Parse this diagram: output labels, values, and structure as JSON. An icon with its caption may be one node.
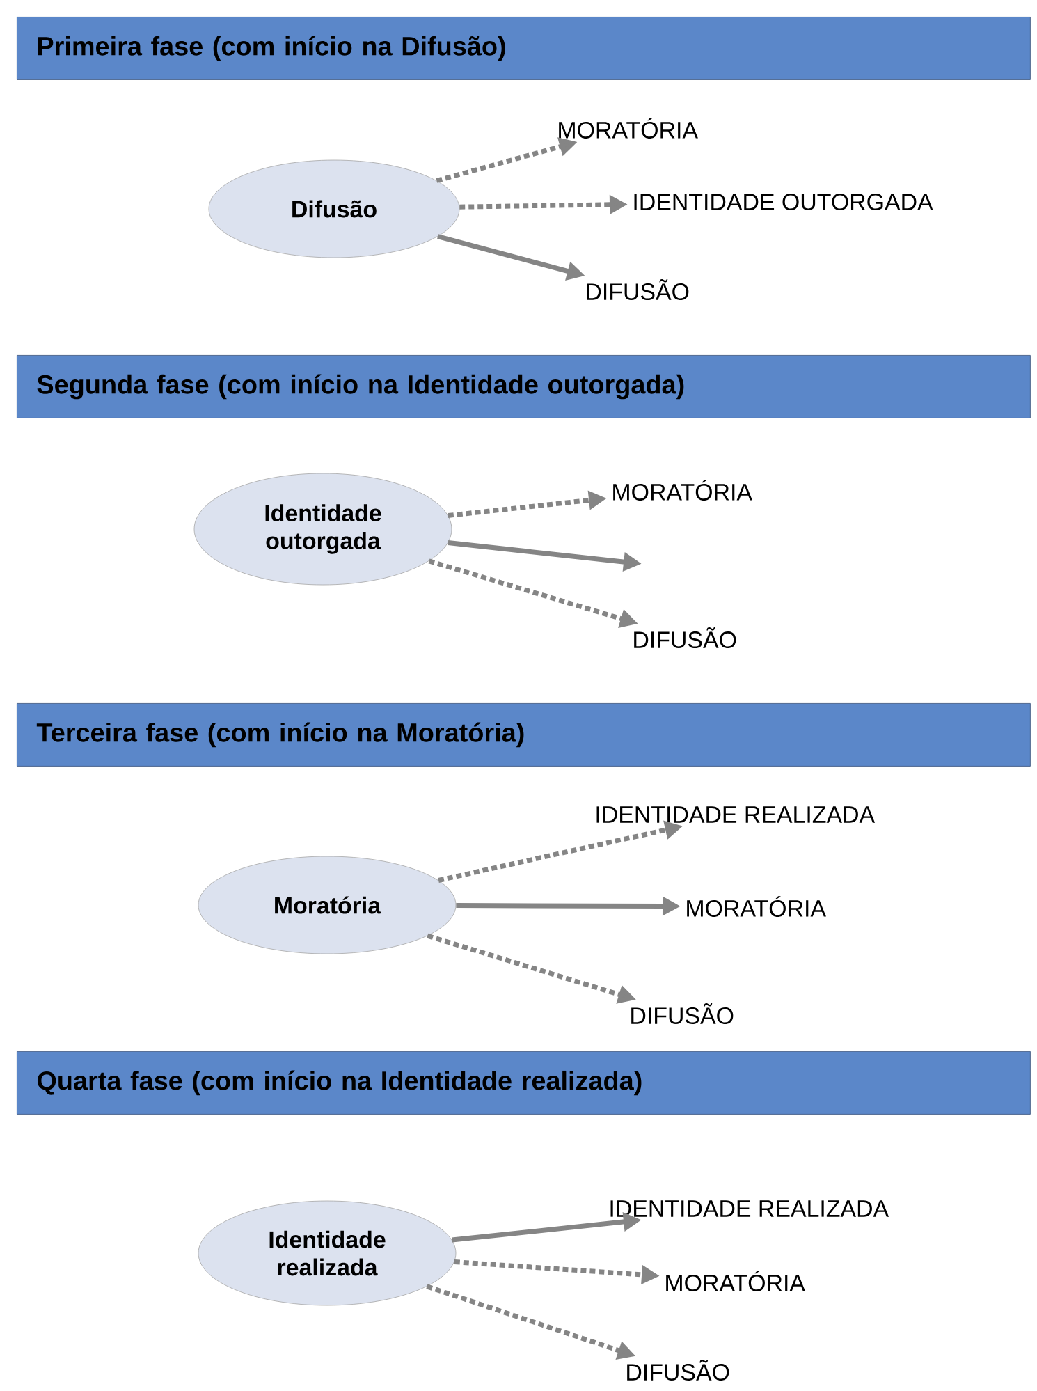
{
  "diagram": {
    "nodes": [
      {
        "text": [
          "Primeira fase (com início na Difusão)"
        ]
      },
      {
        "text": [
          "Difusão"
        ]
      },
      {
        "text": [
          "MORATÓRIA"
        ]
      },
      {
        "text": [
          "IDENTIDADE OUTORGADA"
        ]
      },
      {
        "text": [
          "DIFUSÃO"
        ]
      },
      {
        "text": [
          "Segunda fase (com início na Identidade outorgada)"
        ]
      },
      {
        "text": [
          "Identidade outorgada"
        ]
      },
      {
        "text": [
          "MORATÓRIA"
        ]
      },
      {
        "text": [
          "DIFUSÃO"
        ]
      },
      {
        "text": [
          "Terceira fase (com início na Moratória)"
        ]
      },
      {
        "text": [
          "Moratória"
        ]
      },
      {
        "text": [
          "IDENTIDADE REALIZADA"
        ]
      },
      {
        "text": [
          "MORATÓRIA"
        ]
      },
      {
        "text": [
          "DIFUSÃO"
        ]
      },
      {
        "text": [
          "Quarta fase (com início na Identidade realizada)"
        ]
      },
      {
        "text": [
          "Identidade realizada"
        ]
      },
      {
        "text": [
          "IDENTIDADE REALIZADA"
        ]
      },
      {
        "text": [
          "MORATÓRIA"
        ]
      },
      {
        "text": [
          "DIFUSÃO"
        ]
      }
    ],
    "edges": [
      {
        "from": 1,
        "to": 2,
        "arrow": "to",
        "style": "dashed"
      },
      {
        "from": 1,
        "to": 3,
        "arrow": "to",
        "style": "dashed"
      },
      {
        "from": 1,
        "to": 4,
        "arrow": "to"
      },
      {
        "from": 6,
        "to": 7,
        "arrow": "to",
        "style": "dashed"
      },
      {
        "from": 6,
        "to": null,
        "arrow": "to"
      },
      {
        "from": 6,
        "to": 8,
        "arrow": "to",
        "style": "dashed"
      },
      {
        "from": 10,
        "to": 11,
        "arrow": "to",
        "style": "dashed"
      },
      {
        "from": 10,
        "to": 12,
        "arrow": "to"
      },
      {
        "from": 10,
        "to": 13,
        "arrow": "to",
        "style": "dashed"
      },
      {
        "from": 15,
        "to": 16,
        "arrow": "to"
      },
      {
        "from": 15,
        "to": 17,
        "arrow": "to",
        "style": "dashed"
      },
      {
        "from": 15,
        "to": 18,
        "arrow": "to",
        "style": "dashed"
      }
    ]
  }
}
